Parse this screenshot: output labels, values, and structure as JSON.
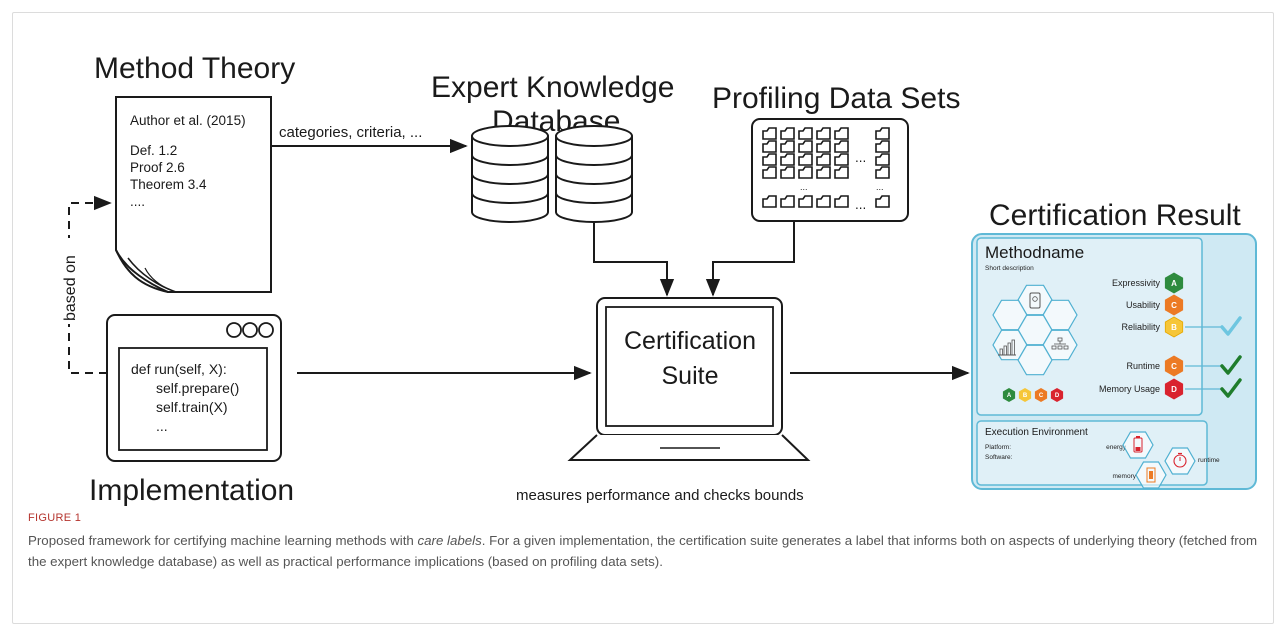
{
  "method_theory": {
    "title": "Method Theory",
    "doc_lines": [
      "Author et al. (2015)",
      "Def. 1.2",
      "Proof 2.6",
      "Theorem 3.4",
      "...."
    ]
  },
  "expert_db": {
    "title_line1": "Expert Knowledge",
    "title_line2": "Database"
  },
  "profiling": {
    "title": "Profiling Data Sets",
    "dots": "...",
    "dots_small": "..."
  },
  "arrows": {
    "categories_label": "categories, criteria, ...",
    "based_on_label": "based on",
    "measures_label": "measures performance and checks bounds"
  },
  "implementation": {
    "title": "Implementation",
    "code_lines": [
      "def run(self, X):",
      "self.prepare()",
      "self.train(X)",
      "..."
    ]
  },
  "suite": {
    "line1": "Certification",
    "line2": "Suite"
  },
  "certification": {
    "title": "Certification Result",
    "method_name": "Methodname",
    "short_description": "Short description",
    "ratings": [
      {
        "label": "Expressivity",
        "grade": "A",
        "color": "#2e8b3e"
      },
      {
        "label": "Usability",
        "grade": "C",
        "color": "#ec7a24"
      },
      {
        "label": "Reliability",
        "grade": "B",
        "color": "#f6c638"
      },
      {
        "label": "Runtime",
        "grade": "C",
        "color": "#ec7a24"
      },
      {
        "label": "Memory Usage",
        "grade": "D",
        "color": "#d9232e"
      }
    ],
    "scale": [
      {
        "grade": "A",
        "color": "#2e8b3e"
      },
      {
        "grade": "B",
        "color": "#f6c638"
      },
      {
        "grade": "C",
        "color": "#ec7a24"
      },
      {
        "grade": "D",
        "color": "#d9232e"
      }
    ],
    "env_title": "Execution Environment",
    "platform_label": "Platform:",
    "software_label": "Software:",
    "energy_label": "energy",
    "runtime_label": "runtime",
    "memory_label": "memory",
    "panel_fill": "#cfe9f3",
    "panel_stroke": "#5fb9d6",
    "check_color": "#1f7d2c",
    "check_light": "#6ec6e0"
  },
  "caption": {
    "label": "FIGURE 1",
    "text_before": "Proposed framework for certifying machine learning methods with ",
    "text_em": "care labels",
    "text_after": ". For a given implementation, the certification suite generates a label that informs both on aspects of underlying theory (fetched from the expert knowledge database) as well as practical performance implications (based on profiling data sets)."
  }
}
